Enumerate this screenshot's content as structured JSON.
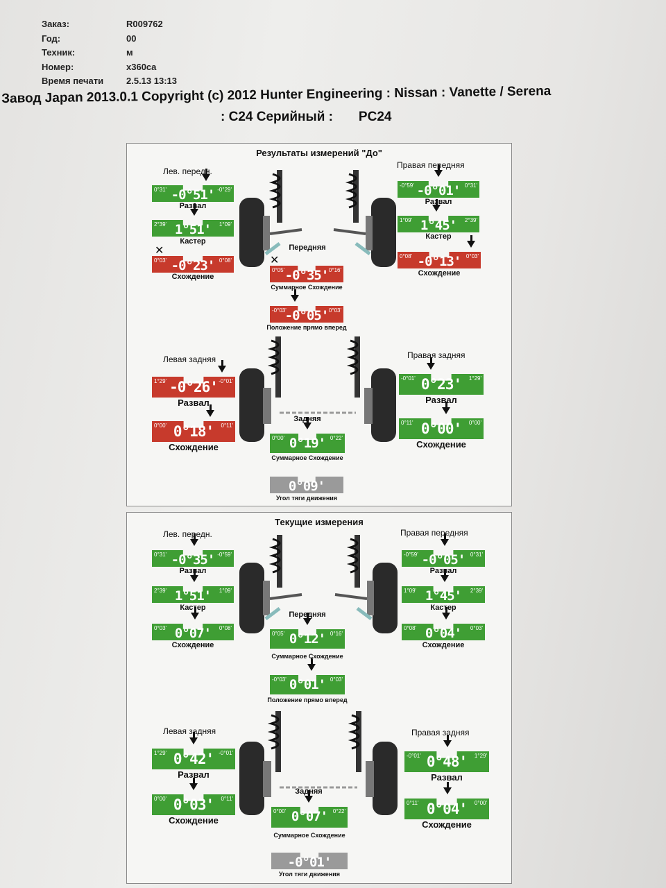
{
  "header": {
    "order_label": "Заказ:",
    "order_value": "R009762",
    "year_label": "Год:",
    "year_value": "00",
    "tech_label": "Техник:",
    "tech_value": "м",
    "number_label": "Номер:",
    "number_value": "x360ca",
    "print_label": "Время печати",
    "print_value": "2.5.13 13:13",
    "title_line1": "Завод Japan 2013.0.1 Copyright (c) 2012 Hunter Engineering : Nissan : Vanette / Serena",
    "title_line2": ": C24 Серийный :       PC24"
  },
  "before": {
    "title": "Результаты измерений \"До\"",
    "front_left_label": "Лев. передн.",
    "front_right_label": "Правая передняя",
    "front_axle_label": "Передняя",
    "rear_left_label": "Левая задняя",
    "rear_right_label": "Правая задняя",
    "rear_axle_label": "Задняя",
    "fl_camber": {
      "left": "0°31'",
      "right": "-0°29'",
      "value": "-0°51'",
      "label": "Развал"
    },
    "fl_caster": {
      "left": "2°39'",
      "right": "1°09'",
      "value": "1°51'",
      "label": "Кастер"
    },
    "fl_toe": {
      "left": "0°03'",
      "right": "0°08'",
      "value": "-0°23'",
      "label": "Схождение"
    },
    "fr_camber": {
      "left": "-0°59'",
      "right": "0°31'",
      "value": "-0°01'",
      "label": "Развал"
    },
    "fr_caster": {
      "left": "1°09'",
      "right": "2°39'",
      "value": "1°45'",
      "label": "Кастер"
    },
    "fr_toe": {
      "left": "0°08'",
      "right": "0°03'",
      "value": "-0°13'",
      "label": "Схождение"
    },
    "front_total_toe": {
      "left": "0°05'",
      "right": "0°16'",
      "value": "-0°35'",
      "label": "Суммарное Схождение"
    },
    "steer_ahead": {
      "left": "-0°03'",
      "right": "0°03'",
      "value": "-0°05'",
      "label": "Положение прямо вперед"
    },
    "rl_camber": {
      "left": "1°29'",
      "right": "-0°01'",
      "value": "-0°26'",
      "label": "Развал"
    },
    "rl_toe": {
      "left": "0°00'",
      "right": "0°11'",
      "value": "0°18'",
      "label": "Схождение"
    },
    "rr_camber": {
      "left": "-0°01'",
      "right": "1°29'",
      "value": "0°23'",
      "label": "Развал"
    },
    "rr_toe": {
      "left": "0°11'",
      "right": "0°00'",
      "value": "0°00'",
      "label": "Схождение"
    },
    "rear_total_toe": {
      "left": "0°00'",
      "right": "0°22'",
      "value": "0°19'",
      "label": "Суммарное Схождение"
    },
    "thrust": {
      "value": "0°09'",
      "label": "Угол тяги движения"
    }
  },
  "current": {
    "title": "Текущие измерения",
    "front_left_label": "Лев. передн.",
    "front_right_label": "Правая передняя",
    "front_axle_label": "Передняя",
    "rear_left_label": "Левая задняя",
    "rear_right_label": "Правая задняя",
    "rear_axle_label": "Задняя",
    "fl_camber": {
      "left": "0°31'",
      "right": "-0°59'",
      "value": "-0°35'",
      "label": "Развал"
    },
    "fl_caster": {
      "left": "2°39'",
      "right": "1°09'",
      "value": "1°51'",
      "label": "Кастер"
    },
    "fl_toe": {
      "left": "0°03'",
      "right": "0°08'",
      "value": "0°07'",
      "label": "Схождение"
    },
    "fr_camber": {
      "left": "-0°59'",
      "right": "0°31'",
      "value": "-0°05'",
      "label": "Развал"
    },
    "fr_caster": {
      "left": "1°09'",
      "right": "2°39'",
      "value": "1°45'",
      "label": "Кастер"
    },
    "fr_toe": {
      "left": "0°08'",
      "right": "0°03'",
      "value": "0°04'",
      "label": "Схождение"
    },
    "front_total_toe": {
      "left": "0°05'",
      "right": "0°16'",
      "value": "0°12'",
      "label": "Суммарное Схождение"
    },
    "steer_ahead": {
      "left": "-0°03'",
      "right": "0°03'",
      "value": "0°01'",
      "label": "Положение прямо вперед"
    },
    "rl_camber": {
      "left": "1°29'",
      "right": "-0°01'",
      "value": "0°42'",
      "label": "Развал"
    },
    "rl_toe": {
      "left": "0°00'",
      "right": "0°11'",
      "value": "0°03'",
      "label": "Схождение"
    },
    "rr_camber": {
      "left": "-0°01'",
      "right": "1°29'",
      "value": "0°48'",
      "label": "Развал"
    },
    "rr_toe": {
      "left": "0°11'",
      "right": "0°00'",
      "value": "0°04'",
      "label": "Схождение"
    },
    "rear_total_toe": {
      "left": "0°00'",
      "right": "0°22'",
      "value": "0°07'",
      "label": "Суммарное Схождение"
    },
    "thrust": {
      "value": "-0°01'",
      "label": "Угол тяги движения"
    }
  },
  "colors": {
    "in_spec": "#3f9e34",
    "out_of_spec": "#c73a2c",
    "neutral": "#9a9a9a"
  }
}
